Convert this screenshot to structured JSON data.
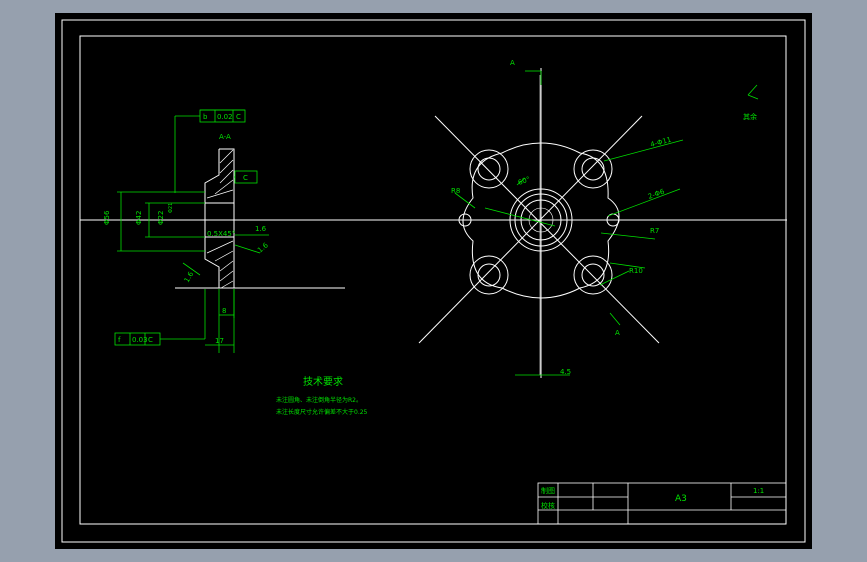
{
  "colors": {
    "background": "#96a0ae",
    "canvas": "#000000",
    "line": "#ffffff",
    "annotation": "#00e000"
  },
  "section_view": {
    "label": "A-A",
    "dim_left_outer": "Φ56",
    "dim_left_mid": "Φ42",
    "dim_left_inner": "Φ22",
    "dim_small": "Φ21",
    "chamfer": "0.5X45°",
    "dim_right_top": "1.6",
    "dim_right_mid": "1.6",
    "dim_bottom_left": "1.6",
    "dim_bottom_8": "8",
    "dim_bottom_17": "17",
    "tol_top": [
      "b",
      "0.02",
      "C"
    ],
    "tol_bottom": [
      "f",
      "0.03",
      "C"
    ],
    "datum": "C"
  },
  "front_view": {
    "section_mark_top": "A",
    "section_mark_bottom": "A",
    "angle_label": "60°",
    "radius_left": "R8",
    "hole_top_right": "4-Φ11",
    "hole_mid_right": "2-Φ6",
    "label_r7": "R7",
    "radius_lower": "R10",
    "dim_bottom": "4.5"
  },
  "roughness_note": "其余",
  "tech_req": {
    "title": "技术要求",
    "line1": "未注圆角、未注倒角半径为R2。",
    "line2": "未注长度尺寸允许偏差不大于0.25"
  },
  "title_block": {
    "drawn_by": "制图",
    "checked_by": "校核",
    "sheet": "A3",
    "scale": "1:1"
  }
}
